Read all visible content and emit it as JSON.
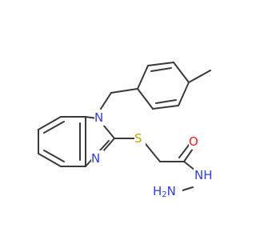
{
  "colors": {
    "bond": "#3a3a3a",
    "nitrogen": "#2f3df0",
    "sulfur": "#c8a800",
    "oxygen": "#ee1c1c"
  },
  "atoms": {
    "n1": "N",
    "n3": "N",
    "s": "S",
    "o": "O",
    "nh": "NH",
    "h2n": "H2N"
  }
}
